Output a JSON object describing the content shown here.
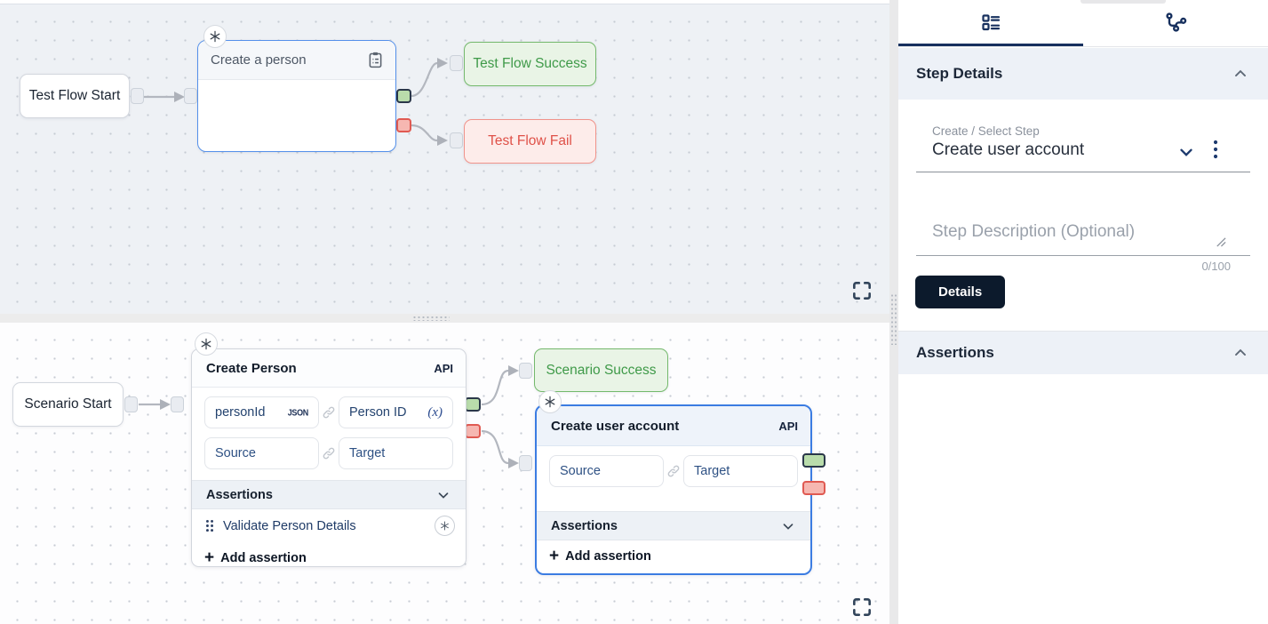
{
  "colors": {
    "accent_blue": "#3b7ce2",
    "navy": "#17305e",
    "success_green": "#3f9a49",
    "fail_red": "#df5148",
    "edge_gray": "#b3b7bf",
    "details_button_bg": "#0c1a2c",
    "section_header_bg": "#edf1f7"
  },
  "canvas_top": {
    "start_node": {
      "label": "Test Flow Start"
    },
    "step_node": {
      "title": "Create a person"
    },
    "success_node": {
      "label": "Test Flow Success"
    },
    "fail_node": {
      "label": "Test Flow Fail"
    }
  },
  "canvas_bottom": {
    "start_node": {
      "label": "Scenario Start"
    },
    "person_node": {
      "title": "Create Person",
      "type_badge": "API",
      "mapping": {
        "source_value": "personId",
        "source_badge": "JSON",
        "target_value": "Person ID",
        "target_badge": "(x)"
      },
      "mapping2": {
        "source_placeholder": "Source",
        "target_placeholder": "Target"
      },
      "assertions_header": "Assertions",
      "assertion_item": "Validate Person Details",
      "add_assertion": {
        "plus": "+",
        "label": "Add assertion"
      }
    },
    "success_node": {
      "label": "Scenario Success"
    },
    "account_node": {
      "title": "Create user account",
      "type_badge": "API",
      "mapping": {
        "source_placeholder": "Source",
        "target_placeholder": "Target"
      },
      "assertions_header": "Assertions",
      "add_assertion": {
        "plus": "+",
        "label": "Add assertion"
      }
    }
  },
  "sidebar": {
    "step_details_header": "Step Details",
    "assertions_header": "Assertions",
    "step_select": {
      "label": "Create / Select Step",
      "value": "Create user account"
    },
    "description": {
      "placeholder": "Step Description (Optional)",
      "counter": "0/100"
    },
    "details_button": "Details"
  }
}
